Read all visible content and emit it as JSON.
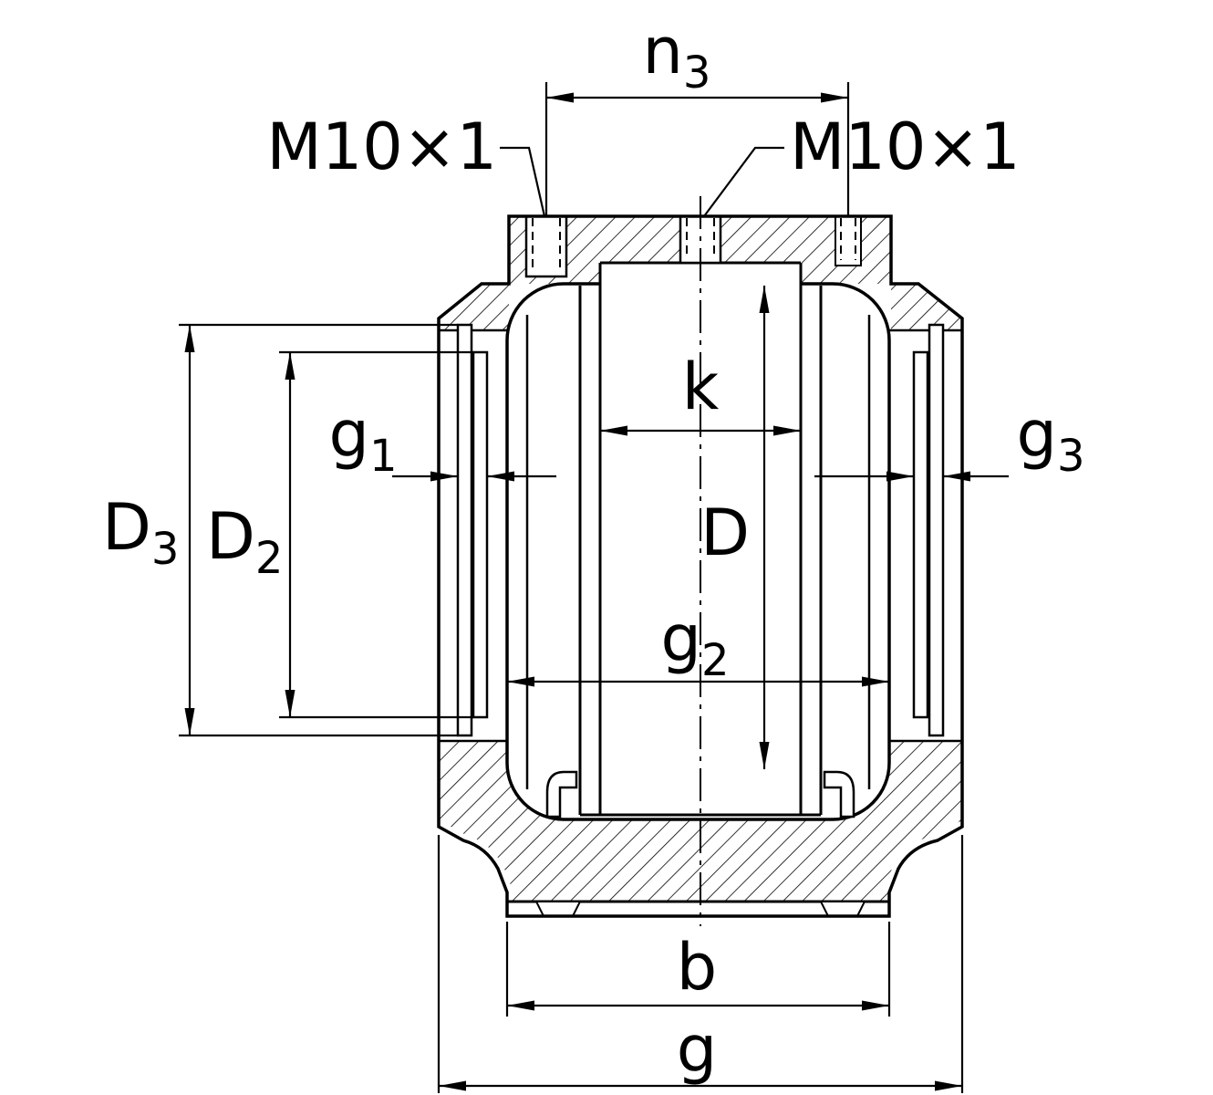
{
  "colors": {
    "line": "#000000",
    "background": "#ffffff"
  },
  "labels": {
    "n3": {
      "main": "n",
      "sub": "3"
    },
    "m10_left": {
      "text": "M10×1"
    },
    "m10_right": {
      "text": "M10×1"
    },
    "k": {
      "text": "k"
    },
    "g1": {
      "main": "g",
      "sub": "1"
    },
    "g3": {
      "main": "g",
      "sub": "3"
    },
    "d3": {
      "main": "D",
      "sub": "3"
    },
    "d2": {
      "main": "D",
      "sub": "2"
    },
    "d": {
      "text": "D"
    },
    "g2": {
      "main": "g",
      "sub": "2"
    },
    "b": {
      "text": "b"
    },
    "g": {
      "text": "g"
    }
  }
}
